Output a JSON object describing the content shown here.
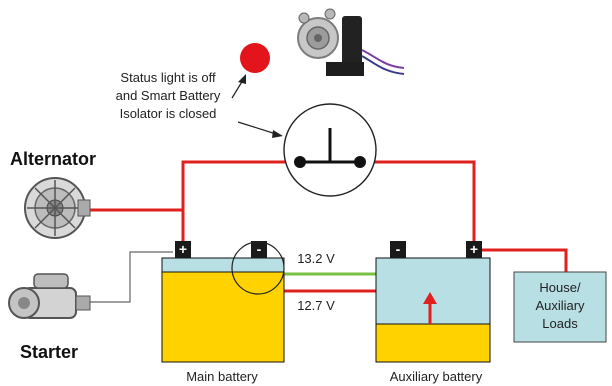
{
  "status_note": {
    "line1": "Status light is off",
    "line2": "and Smart Battery",
    "line3": "Isolator is closed"
  },
  "components": {
    "alternator_label": "Alternator",
    "starter_label": "Starter",
    "main_battery_label": "Main battery",
    "aux_battery_label": "Auxiliary battery",
    "house_loads_line1": "House/",
    "house_loads_line2": "Auxiliary",
    "house_loads_line3": "Loads"
  },
  "voltages": {
    "top": "13.2 V",
    "bottom": "12.7 V"
  },
  "terminals": {
    "positive": "+",
    "negative": "-"
  },
  "colors": {
    "wire_red": "#e0201f",
    "wire_green": "#79c043",
    "battery_yellow": "#ffd200",
    "battery_blue": "#b7dfe4",
    "terminal_black": "#1a1a1a",
    "status_light": "#e3141c"
  },
  "icons": {
    "alternator": "alternator-icon",
    "starter": "starter-motor-icon",
    "isolator": "smart-battery-isolator-icon",
    "switch": "switch-closed-icon",
    "status_light": "status-light-icon"
  }
}
